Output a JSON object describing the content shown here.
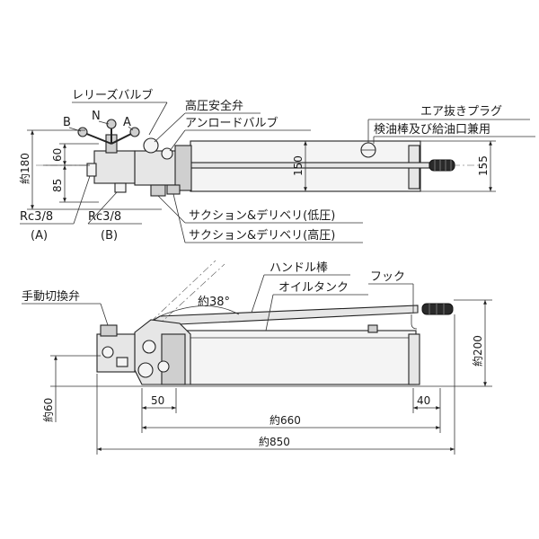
{
  "top_view": {
    "release_valve": "レリーズバルブ",
    "valve_b": "B",
    "valve_n": "N",
    "valve_a": "A",
    "safety_valve": "高圧安全弁",
    "unload_valve": "アンロードバルブ",
    "air_plug": "エア抜きプラグ",
    "oil_check": "検油棒及び給油口兼用",
    "suction_low": "サクション&デリベリ(低圧)",
    "suction_high": "サクション&デリベリ(高圧)",
    "port_a_size": "Rc3/8",
    "port_a_name": "(A)",
    "port_b_size": "Rc3/8",
    "port_b_name": "(B)",
    "dim_total_height": "約180",
    "dim_60": "60",
    "dim_85": "85",
    "dim_150": "150",
    "dim_155": "155"
  },
  "side_view": {
    "manual_valve": "手動切換弁",
    "handle_bar": "ハンドル棒",
    "oil_tank": "オイルタンク",
    "hook": "フック",
    "angle": "約38°",
    "dim_50": "50",
    "dim_40": "40",
    "dim_660": "約660",
    "dim_850": "約850",
    "dim_200": "約200",
    "dim_60": "約60"
  }
}
